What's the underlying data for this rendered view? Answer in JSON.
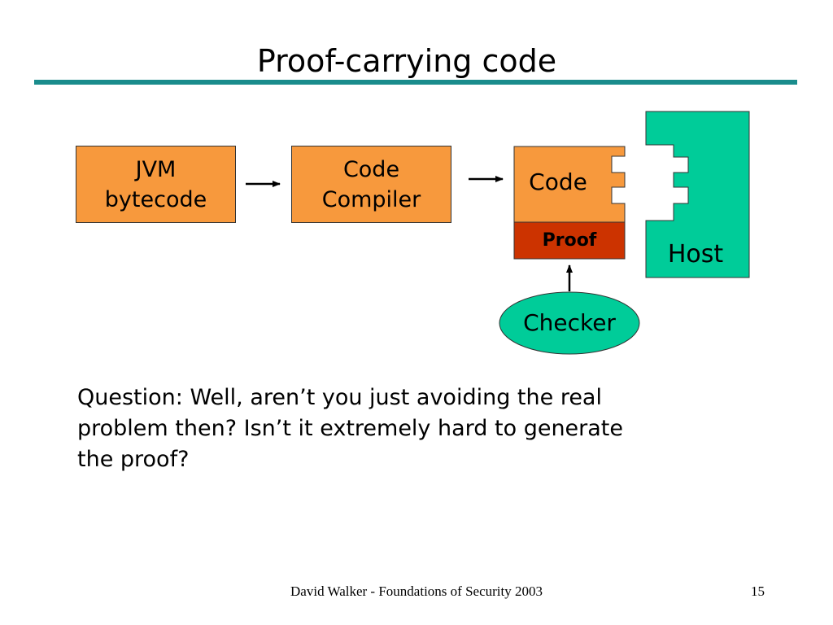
{
  "slide": {
    "title": "Proof-carrying code",
    "question": "Question:  Well, aren’t you just avoiding the real problem then? Isn’t it extremely hard to generate the proof?",
    "footer": "David Walker - Foundations of Security 2003",
    "page_number": "15"
  },
  "diagram": {
    "jvm_box": {
      "line1": "JVM",
      "line2": "bytecode"
    },
    "compiler_box": {
      "line1": "Code",
      "line2": "Compiler"
    },
    "code_label": "Code",
    "proof_label": "Proof",
    "host_label": "Host",
    "checker_label": "Checker"
  },
  "colors": {
    "box_orange": "#f7993d",
    "proof_red": "#cc3300",
    "host_green": "#00cc99",
    "rule_teal": "#1a8c8c"
  }
}
